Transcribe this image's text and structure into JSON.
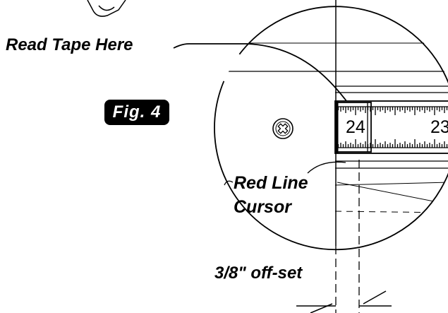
{
  "figure": {
    "badge": "Fig. 4"
  },
  "callouts": {
    "read_tape": "Read Tape Here",
    "cursor_line1": "Red Line",
    "cursor_line2": "Cursor",
    "offset": "3/8\" off-set"
  },
  "tape": {
    "numbers": [
      "24",
      "23"
    ]
  },
  "colors": {
    "ink": "#000000",
    "background": "#ffffff",
    "badge_text": "#ffffff"
  },
  "icons": {
    "screw": "phillips-screw-icon"
  }
}
